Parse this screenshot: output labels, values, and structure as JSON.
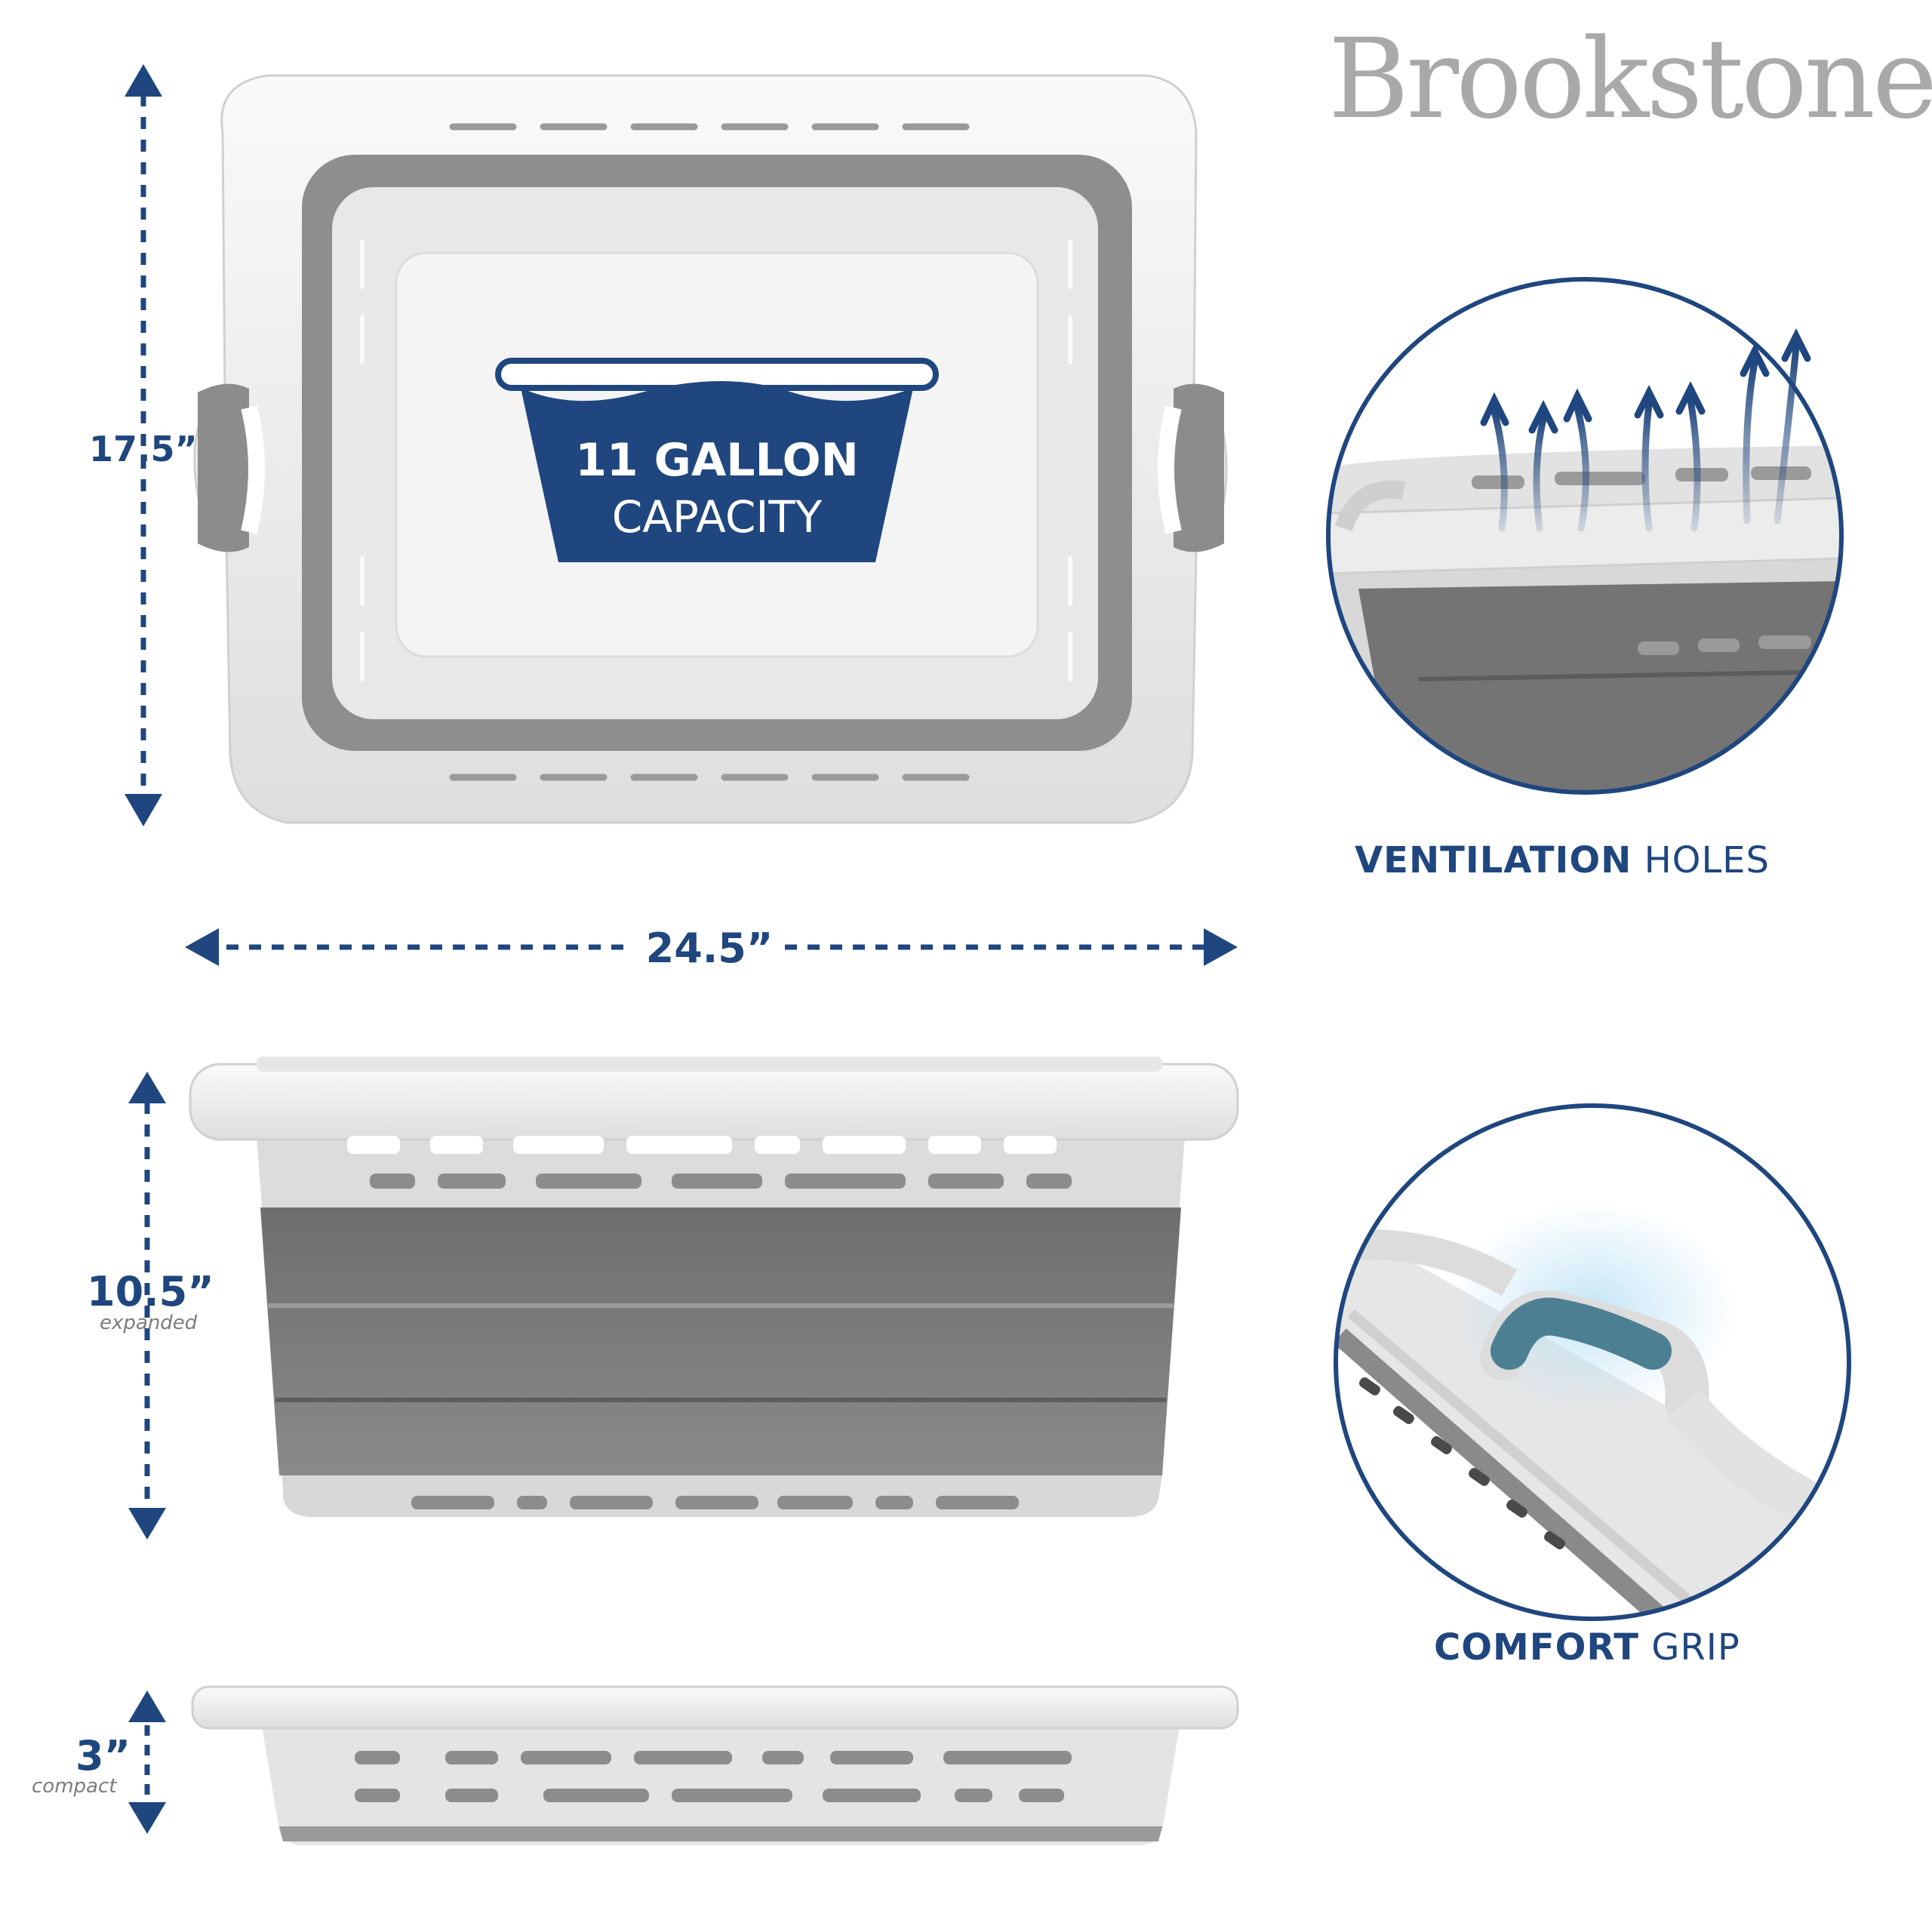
{
  "brand": {
    "name": "Brookstone",
    "mark": "®"
  },
  "capacity": {
    "line1": "11 GALLON",
    "line2": "CAPACITY"
  },
  "dimensions": {
    "length": "17.5”",
    "width": "24.5”",
    "height_expanded": "10.5”",
    "height_expanded_note": "expanded",
    "height_compact": "3”",
    "height_compact_note": "compact"
  },
  "features": [
    {
      "bold": "VENTILATION",
      "light": "HOLES",
      "icon": "airflow-arrows-icon"
    },
    {
      "bold": "COMFORT",
      "light": "GRIP",
      "icon": "handle-grip-icon"
    }
  ],
  "colors": {
    "accent": "#1f467e",
    "brand_gray": "#a9a9a9",
    "basket_white": "#eeeeee",
    "basket_gray": "#7a7a7a"
  }
}
